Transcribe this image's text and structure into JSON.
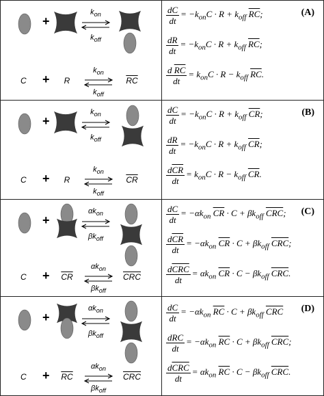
{
  "panels": [
    {
      "tag": "(A)",
      "row1": {
        "k_top": "k",
        "k_top_sub": "on",
        "k_bot": "k",
        "k_bot_sub": "off"
      },
      "row2": {
        "left": "C",
        "mid": "R",
        "product": "RC",
        "k_top": "k",
        "k_top_sub": "on",
        "k_bot": "k",
        "k_bot_sub": "off"
      },
      "eqs": [
        {
          "num": "dC",
          "den": "dt",
          "rhs": "= −k<sub>on</sub>C · R + k<sub>off</sub> <span class='bar'>RC</span>;"
        },
        {
          "num": "dR",
          "den": "dt",
          "rhs": "= −k<sub>on</sub>C · R + k<sub>off</sub> <span class='bar'>RC</span>;"
        },
        {
          "num": "d <span class='bar'>RC</span>",
          "den": "dt",
          "rhs": "= k<sub>on</sub>C · R − k<sub>off</sub> <span class='bar'>RC</span>."
        }
      ]
    },
    {
      "tag": "(B)",
      "row1": {
        "k_top": "k",
        "k_top_sub": "on",
        "k_bot": "k",
        "k_bot_sub": "off"
      },
      "row2": {
        "left": "C",
        "mid": "R",
        "product": "CR",
        "k_top": "k",
        "k_top_sub": "on",
        "k_bot": "k",
        "k_bot_sub": "off"
      },
      "eqs": [
        {
          "num": "dC",
          "den": "dt",
          "rhs": "= −k<sub>on</sub>C · R + k<sub>off</sub> <span class='bar'>CR</span>;"
        },
        {
          "num": "dR",
          "den": "dt",
          "rhs": "= −k<sub>on</sub>C · R + k<sub>off</sub> <span class='bar'>CR</span>;"
        },
        {
          "num": "d<span class='bar'>CR</span>",
          "den": "dt",
          "rhs": "= k<sub>on</sub>C · R − k<sub>off</sub> <span class='bar'>CR</span>."
        }
      ]
    },
    {
      "tag": "(C)",
      "row1": {
        "k_top": "αk",
        "k_top_sub": "on",
        "k_bot": "βk",
        "k_bot_sub": "off"
      },
      "row2": {
        "left": "C",
        "mid": "CR",
        "product": "CRC",
        "k_top": "αk",
        "k_top_sub": "on",
        "k_bot": "βk",
        "k_bot_sub": "off"
      },
      "eqs": [
        {
          "num": "dC",
          "den": "dt",
          "rhs": "= −αk<sub>on</sub> <span class='bar'>CR</span> · C + βk<sub>off</sub> <span class='bar'>CRC</span>;"
        },
        {
          "num": "d<span class='bar'>CR</span>",
          "den": "dt",
          "rhs": "= −αk<sub>on</sub> <span class='bar'>CR</span> · C + βk<sub>off</sub> <span class='bar'>CRC</span>;"
        },
        {
          "num": "d<span class='bar'>CRC</span>",
          "den": "dt",
          "rhs": "= αk<sub>on</sub> <span class='bar'>CR</span> · C − βk<sub>off</sub> <span class='bar'>CRC</span>."
        }
      ]
    },
    {
      "tag": "(D)",
      "row1": {
        "k_top": "αk",
        "k_top_sub": "on",
        "k_bot": "βk",
        "k_bot_sub": "off"
      },
      "row2": {
        "left": "C",
        "mid": "RC",
        "product": "CRC",
        "k_top": "αk",
        "k_top_sub": "on",
        "k_bot": "βk",
        "k_bot_sub": "off"
      },
      "eqs": [
        {
          "num": "dC",
          "den": "dt",
          "rhs": "= −αk<sub>on</sub> <span class='bar'>RC</span> · C + βk<sub>off</sub> <span class='bar'>CRC</span>"
        },
        {
          "num": "dRC",
          "den": "dt",
          "rhs": "= −αk<sub>on</sub> <span class='bar'>RC</span> · C + βk<sub>off</sub> <span class='bar'>CRC</span>;"
        },
        {
          "num": "d<span class='bar'>CRC</span>",
          "den": "dt",
          "rhs": "= αk<sub>on</sub> <span class='bar'>RC</span> · C − βk<sub>off</sub> <span class='bar'>CRC</span>."
        }
      ]
    }
  ],
  "colors": {
    "c_molecule": "#8a8a8a",
    "r_molecule": "#3a3a3a",
    "border": "#222222"
  }
}
